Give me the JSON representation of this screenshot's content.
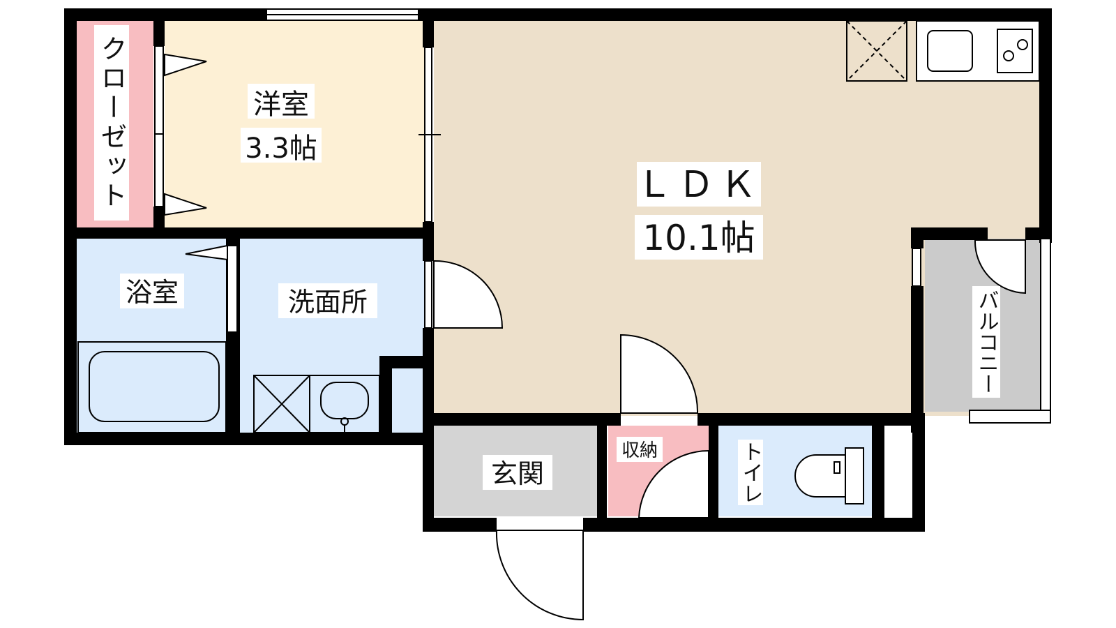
{
  "floorplan": {
    "ldk": {
      "name": "ＬＤＫ",
      "size": "10.1帖"
    },
    "western_room": {
      "name": "洋室",
      "size": "3.3帖"
    },
    "closet": {
      "label": "クローゼット"
    },
    "bath": {
      "label": "浴室"
    },
    "washroom": {
      "label": "洗面所"
    },
    "entrance": {
      "label": "玄関"
    },
    "storage": {
      "label": "収納"
    },
    "toilet": {
      "label": "トイレ"
    },
    "balcony": {
      "label": "バルコニー"
    }
  },
  "colors": {
    "wall": "#000000",
    "ldk": "#ede0cb",
    "western_room": "#fdf0d5",
    "closet": "#f8bdc1",
    "storage": "#f8bdc1",
    "wet_area": "#dbebfc",
    "entrance": "#d4d4d4",
    "balcony": "#cbcbcb"
  }
}
